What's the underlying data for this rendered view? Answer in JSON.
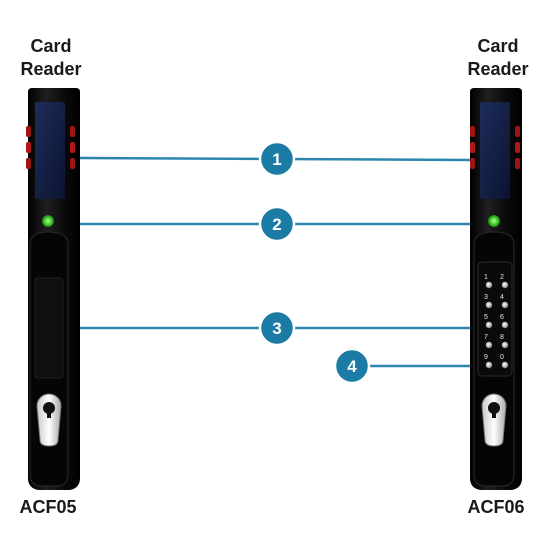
{
  "devices": [
    {
      "model": "ACF05",
      "reader_label_line1": "Card",
      "reader_label_line2": "Reader",
      "has_keypad": false
    },
    {
      "model": "ACF06",
      "reader_label_line1": "Card",
      "reader_label_line2": "Reader",
      "has_keypad": true
    }
  ],
  "callouts": [
    {
      "number": "1"
    },
    {
      "number": "2"
    },
    {
      "number": "3"
    },
    {
      "number": "4"
    }
  ],
  "keypad": {
    "left_column": [
      "1",
      "3",
      "5",
      "7",
      "9"
    ],
    "right_column": [
      "2",
      "4",
      "6",
      "8",
      "0"
    ]
  },
  "colors": {
    "callout_blue": "#1b7ba4",
    "line_blue": "#2b86ad",
    "body_black": "#0d0d0d",
    "led_green": "#3ecf2a",
    "led_red": "#b01818",
    "reader_glass": "#16244a"
  }
}
